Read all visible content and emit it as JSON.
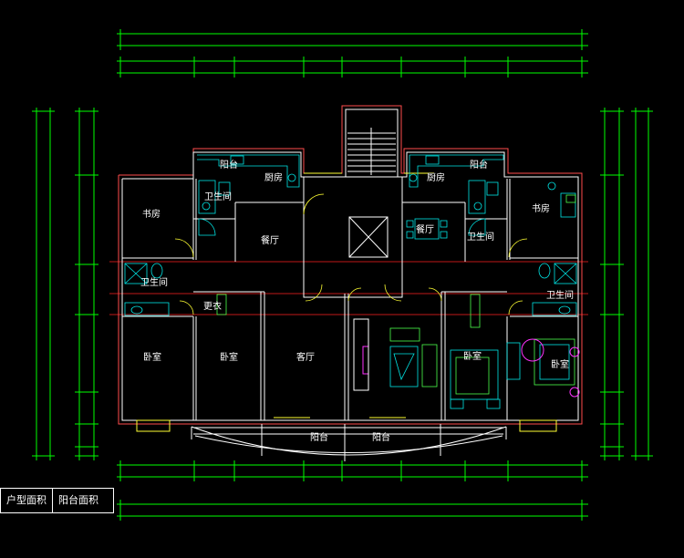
{
  "plan": {
    "rooms": {
      "study_left": "书房",
      "kitchen_left": "厨房",
      "balcony_top_left": "阳台",
      "bath_top_left": "卫生间",
      "dining_left": "餐厅",
      "bath_left": "卫生间",
      "dressing": "更衣",
      "bedroom_1": "卧室",
      "bedroom_2": "卧室",
      "living": "客厅",
      "balcony_bottom_left": "阳台",
      "balcony_bottom_right": "阳台",
      "kitchen_right": "厨房",
      "balcony_top_right": "阳台",
      "dining_right": "餐厅",
      "bath_top_right": "卫生间",
      "study_right": "书房",
      "bath_right": "卫生间",
      "bedroom_3": "卧室",
      "bedroom_4": "卧室"
    }
  },
  "legend": {
    "unit_area": "户型面积",
    "balcony_area": "阳台面积"
  },
  "colors": {
    "background": "#000000",
    "dimension": "#00ff00",
    "wall": "#ffffff",
    "axis": "#ff2020",
    "fixture": "#00e5e5",
    "door": "#ffff33",
    "furniture_accent": "#ff33ff"
  }
}
